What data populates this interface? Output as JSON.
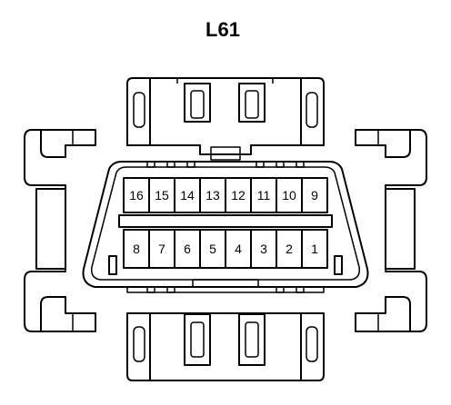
{
  "title": "L61",
  "pins_top": [
    "16",
    "15",
    "14",
    "13",
    "12",
    "11",
    "10",
    "9"
  ],
  "pins_bottom": [
    "8",
    "7",
    "6",
    "5",
    "4",
    "3",
    "2",
    "1"
  ],
  "colors": {
    "line": "#000000",
    "background": "#ffffff"
  }
}
